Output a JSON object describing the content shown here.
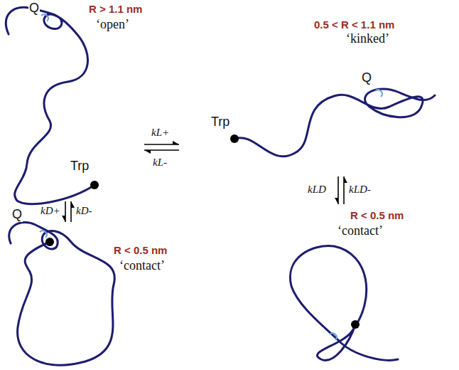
{
  "diagram": {
    "nodes": [
      {
        "text": [
          "R > 1.1 nm",
          "‘open’"
        ]
      },
      {
        "text": [
          "0.5 < R < 1.1 nm",
          "‘kinked’"
        ]
      },
      {
        "text": [
          "R < 0.5 nm",
          "‘contact’"
        ]
      },
      {
        "text": [
          "R < 0.5 nm",
          "‘contact’"
        ]
      }
    ],
    "edges": [
      {
        "from": 0,
        "to": 1,
        "arrow": "both"
      },
      {
        "from": 0,
        "to": 2,
        "arrow": "both"
      },
      {
        "from": 1,
        "to": 3,
        "arrow": "both"
      }
    ],
    "labels": [
      "Q",
      "Trp",
      "Q",
      "Trp",
      "Q",
      "kL+",
      "kL-",
      "kD+",
      "kD-",
      "kLD",
      "kLD-"
    ]
  }
}
